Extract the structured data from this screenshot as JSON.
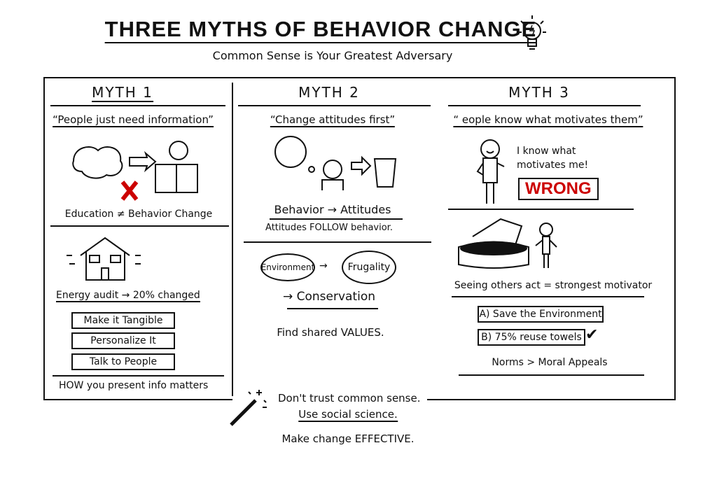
{
  "header": {
    "title": "THREE MYTHS OF BEHAVIOR CHANGE",
    "subtitle": "Common Sense is Your Greatest Adversary"
  },
  "myth1": {
    "heading": "MYTH 1",
    "quote": "“People just need information”",
    "caption1": "Education ≠ Behavior Change",
    "caption2": "Energy audit → 20% changed",
    "tips": [
      "Make it Tangible",
      "Personalize It",
      "Talk to People"
    ],
    "footer": "HOW you present info matters"
  },
  "myth2": {
    "heading": "MYTH 2",
    "quote": "“Change attitudes first”",
    "caption1": "Behavior → Attitudes",
    "caption2": "Attitudes FOLLOW behavior.",
    "oval1": "Environment",
    "oval2": "Frugality",
    "result": "→ Conservation",
    "footer": "Find shared VALUES."
  },
  "myth3": {
    "heading": "MYTH 3",
    "quote": "“ eople know what motivates them”",
    "speech": "I know what motivates me!",
    "wrong": "WRONG",
    "caption1": "Seeing others act = strongest motivator",
    "options": [
      "A) Save the Environment",
      "B) 75% reuse towels"
    ],
    "footer": "Norms > Moral Appeals"
  },
  "conclusion": {
    "line1": "Don't trust common sense.",
    "line2": "Use social science.",
    "line3": "Make change EFFECTIVE."
  },
  "colors": {
    "ink": "#111111",
    "accent": "#cc0000"
  }
}
